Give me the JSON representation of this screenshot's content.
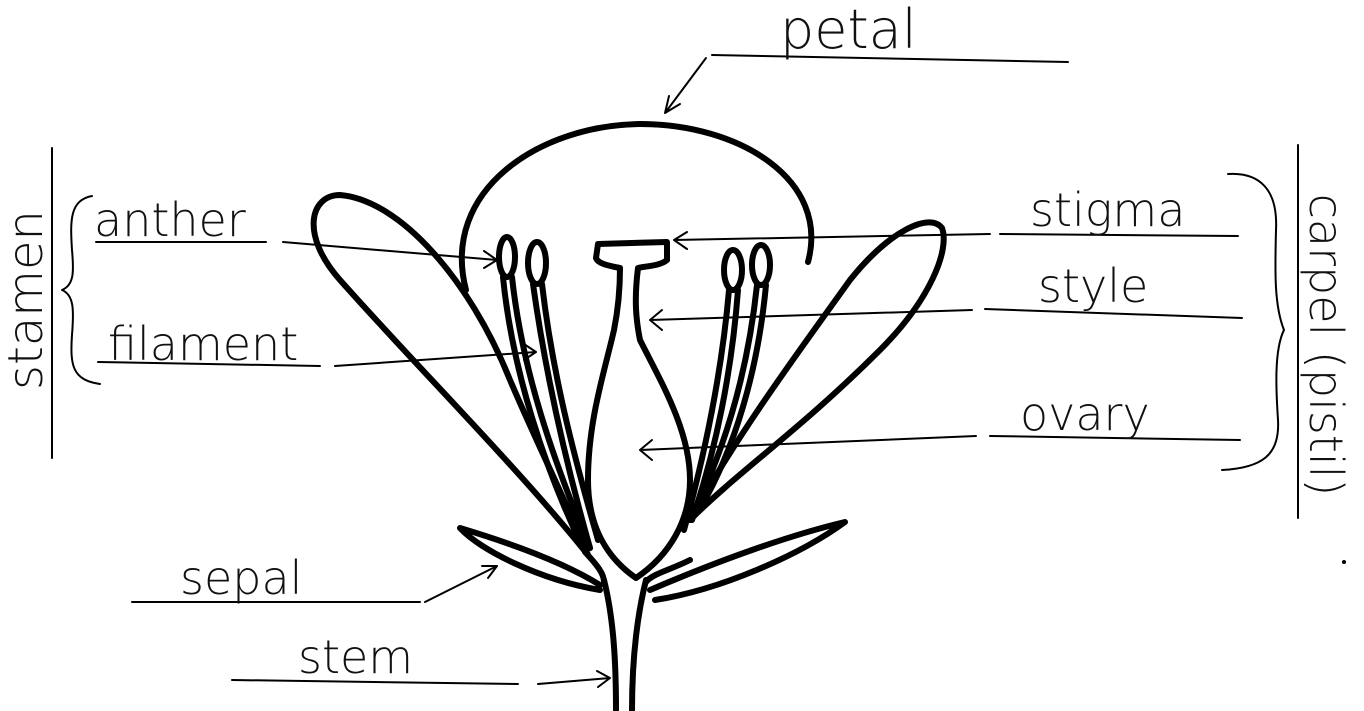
{
  "diagram": {
    "labels": {
      "petal": "petal",
      "anther": "anther",
      "filament": "filament",
      "sepal": "sepal",
      "stem": "stem",
      "stigma": "stigma",
      "style": "style",
      "ovary": "ovary"
    },
    "groups": {
      "stamen": "stamen",
      "carpel": "carpel (pistil)"
    }
  },
  "colors": {
    "ink": "#000000",
    "background": "#ffffff"
  }
}
